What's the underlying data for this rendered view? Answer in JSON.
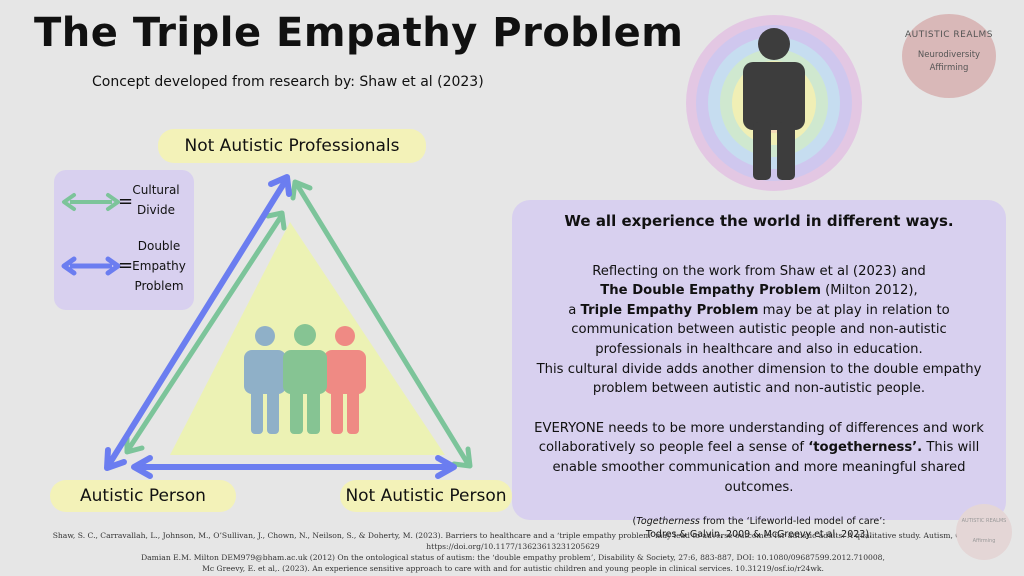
{
  "title": "The Triple Empathy Problem",
  "subtitle": "Concept developed from research by:  Shaw et al (2023)",
  "labels": {
    "top": "Not Autistic Professionals",
    "bottom_left": "Autistic Person",
    "bottom_right": "Not Autistic Person"
  },
  "legend": {
    "green_line1": "Cultural",
    "green_line2": "Divide",
    "blue_line1": "Double",
    "blue_line2": "Empathy",
    "blue_line3": "Problem",
    "equals": "="
  },
  "colors": {
    "green": "#7cc49a",
    "blue": "#6b7df0",
    "triangle_fill": "#ecf2b4",
    "box_purple": "#d8d0ef",
    "pill_yellow": "#f3f2b8",
    "person_blue": "#8fb0c8",
    "person_green": "#86c493",
    "person_red": "#ef8a84"
  },
  "badge": {
    "line1": "AUTISTIC  REALMS",
    "line2": "Neurodiversity",
    "line3": "Affirming"
  },
  "badge_small": {
    "line1": "AUTISTIC REALMS",
    "line2": "Affirming"
  },
  "info": {
    "heading": "We all experience the world in different ways.",
    "p1_a": "Reflecting on the work from Shaw et al (2023) and",
    "p1_b_bold": "The Double Empathy Problem",
    "p1_b_rest": " (Milton 2012),",
    "p1_c_pre": "a ",
    "p1_c_bold": "Triple Empathy Problem",
    "p1_c_rest": " may be at play in relation to communication between autistic people and non-autistic professionals in healthcare and also in education.",
    "p1_d": "This cultural divide adds another dimension to the double empathy problem between autistic and non-autistic people.",
    "p2_a": "EVERYONE needs to be more understanding of differences and work collaboratively so people feel a sense of ",
    "p2_bold": "‘togetherness’.",
    "p2_b": "  This will enable smoother communication and more meaningful shared outcomes.",
    "cite_a_pre": "(",
    "cite_a_ital": "Togetherness",
    "cite_a_rest": " from the ‘Lifeworld-led model of care’:",
    "cite_b": "Todres & Galvin, 2009 & McGreevy et al. 2023)."
  },
  "references": [
    "Shaw, S. C., Carravallah, L., Johnson, M., O’Sullivan, J., Chown, N., Neilson, S., & Doherty, M. (2023). Barriers to healthcare and a ‘triple empathy problem’ may lead to adverse outcomes for autistic adults: A qualitative study. Autism, 0(0). https://doi.org/10.1177/13623613231205629",
    "Damian E.M. Milton DEM979@bham.ac.uk (2012) On the ontological status of autism: the ‘double empathy problem’, Disability & Society, 27:6, 883-887, DOI: 10.1080/09687599.2012.710008,",
    "Mc Greevy, E. et al,. (2023). An experience sensitive approach to care with and for autistic children and young people in clinical services. 10.31219/osf.io/r24wk."
  ]
}
